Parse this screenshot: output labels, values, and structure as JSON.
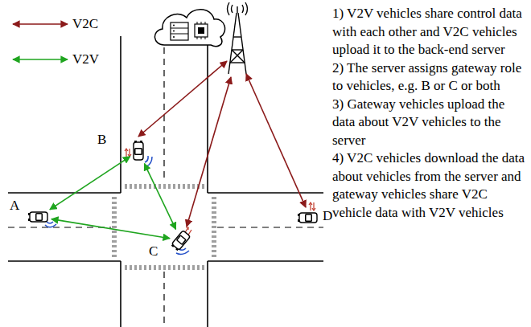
{
  "diagram": {
    "nodes": [
      {
        "text": [
          "A"
        ]
      },
      {
        "text": [
          "B"
        ]
      },
      {
        "text": [
          "C"
        ]
      },
      {
        "text": [
          "D"
        ]
      }
    ],
    "edges": [
      {
        "from": 0,
        "to": 1,
        "arrow": "both"
      },
      {
        "from": 0,
        "to": 2,
        "arrow": "both"
      },
      {
        "from": 1,
        "to": 2,
        "arrow": "both"
      }
    ],
    "labels": [
      "1) V2V vehicles share control data with each other and V2C vehicles upload it to the back-end server",
      "2) The server assigns gateway role to vehicles, e.g. B or C or both",
      "3) Gateway vehicles upload the data about V2V vehicles to the server",
      "4) V2C vehicles download the data about vehicles from the server and gateway vehicles share V2C vehicle data with V2V vehicles"
    ],
    "legend": [
      {
        "text": "V2C"
      },
      {
        "text": "V2V"
      }
    ]
  }
}
